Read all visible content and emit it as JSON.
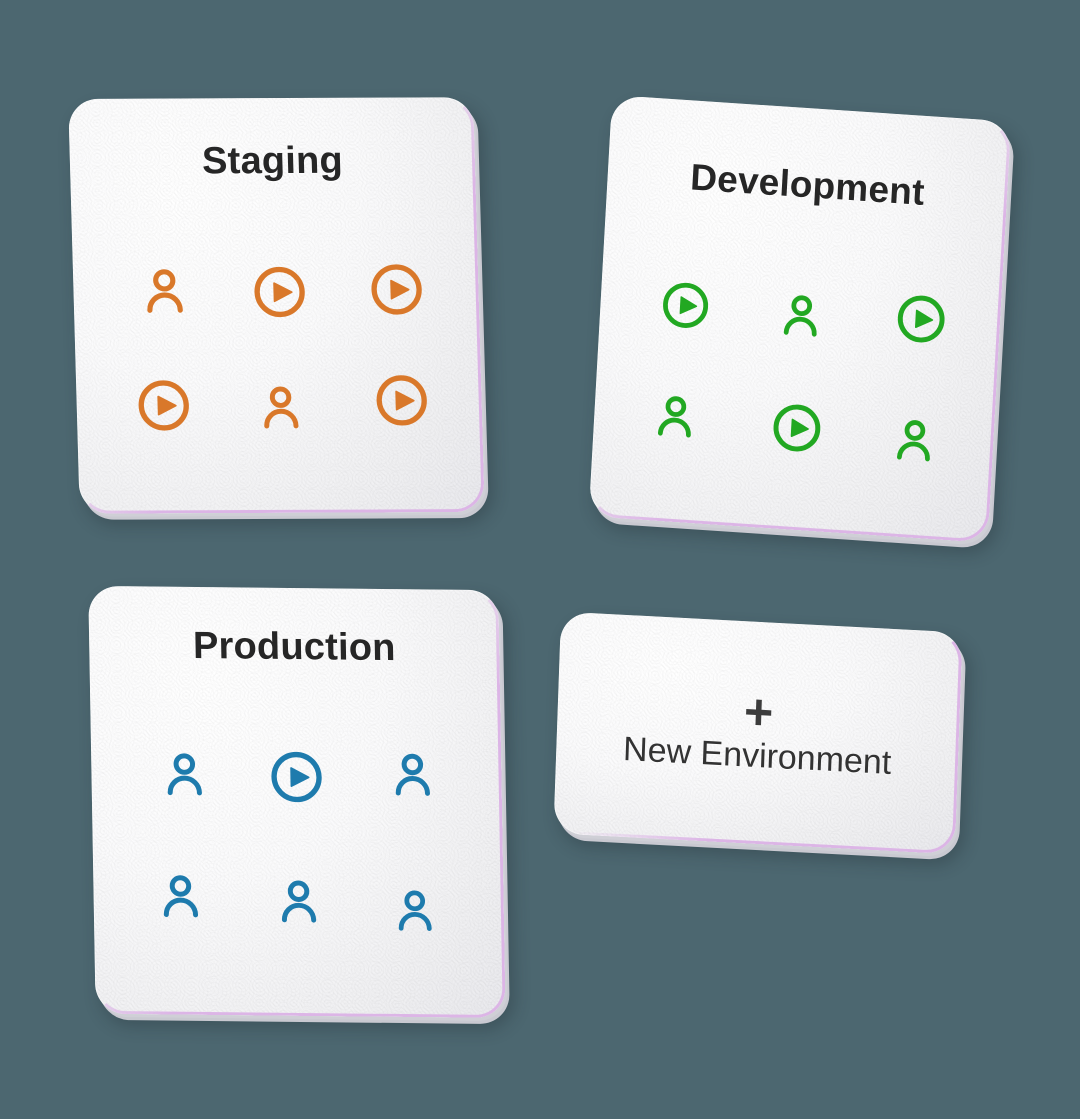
{
  "page": {
    "background_color": "#4c6770",
    "title_color": "#262626"
  },
  "cards": [
    {
      "id": "staging",
      "title": "Staging",
      "accent_color": "#d9782a",
      "icons": [
        "user-icon",
        "play-circle-icon",
        "play-circle-icon",
        "play-circle-icon",
        "user-icon",
        "play-circle-icon"
      ]
    },
    {
      "id": "development",
      "title": "Development",
      "accent_color": "#22a822",
      "icons": [
        "play-circle-icon",
        "user-icon",
        "play-circle-icon",
        "user-icon",
        "play-circle-icon",
        "user-icon"
      ]
    },
    {
      "id": "production",
      "title": "Production",
      "accent_color": "#1e7bad",
      "icons": [
        "user-icon",
        "play-circle-icon",
        "user-icon",
        "user-icon",
        "user-icon",
        "user-icon"
      ]
    }
  ],
  "new_environment": {
    "plus_glyph": "+",
    "label": "New Environment",
    "icon_name": "plus-icon"
  }
}
